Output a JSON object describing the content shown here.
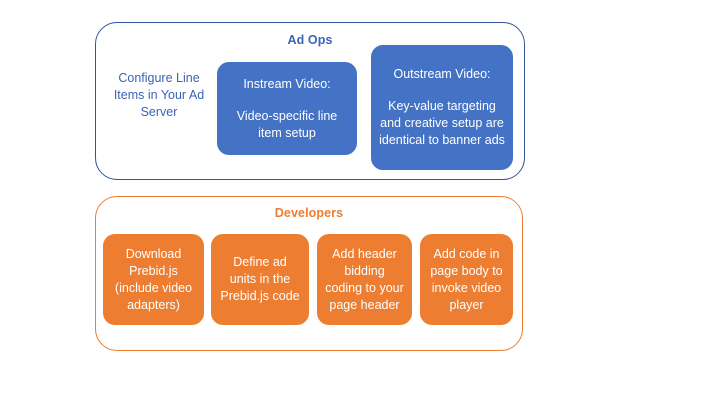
{
  "colors": {
    "blue_fill": "#4472C4",
    "blue_border": "#2F5597",
    "blue_text": "#3B64B4",
    "orange_fill": "#ED7D31",
    "orange_border": "#ED7D31",
    "orange_text": "#ED7D31",
    "card_text": "#FFFFFF",
    "background": "#FFFFFF"
  },
  "adops": {
    "title": "Ad Ops",
    "note": "Configure Line Items in Your Ad Server",
    "cards": [
      {
        "heading": "Instream Video:",
        "body": "Video-specific line item setup"
      },
      {
        "heading": "Outstream Video:",
        "body": "Key-value targeting and creative setup are identical to banner ads"
      }
    ]
  },
  "developers": {
    "title": "Developers",
    "cards": [
      {
        "body": "Download Prebid.js (include video adapters)"
      },
      {
        "body": "Define ad units in the Prebid.js code"
      },
      {
        "body": "Add header bidding coding to your page header"
      },
      {
        "body": "Add code in page body to invoke video player"
      }
    ]
  }
}
